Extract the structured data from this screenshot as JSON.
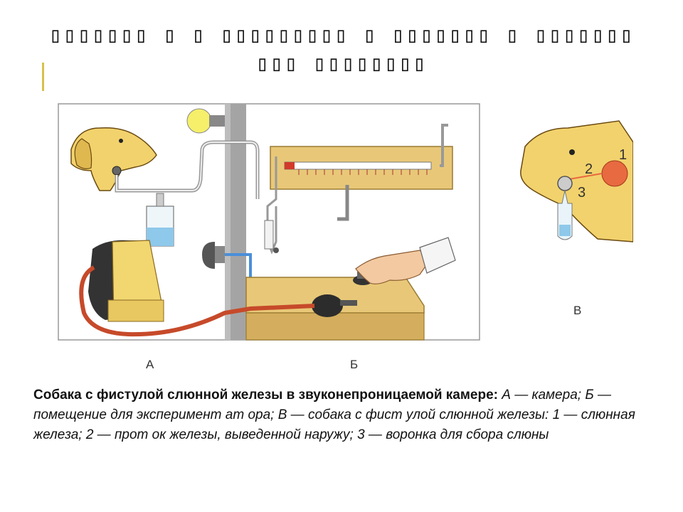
{
  "slide": {
    "title": "▯▯▯▯▯▯▯ ▯ ▯ ▯▯▯▯▯▯▯▯▯ ▯ ▯▯▯▯▯▯▯ ▯ ▯▯▯▯▯▯▯ ▯▯▯ ▯▯▯▯▯▯▯▯"
  },
  "figure": {
    "label_a": "А",
    "label_b": "Б",
    "label_c": "В",
    "marker_1": "1",
    "marker_2": "2",
    "marker_3": "3"
  },
  "caption": {
    "bold": "Собака с фистулой слюнной железы в звуконепроницаемой камере:",
    "italic": " А — камера; Б — помещение для эксперимент ат ора; В — собака с фист улой слюнной железы: 1 — слюнная железа; 2 — прот ок железы, выведенной наружу; 3 — воронка для сбора слюны"
  },
  "colors": {
    "wall": "#9b9b9b",
    "dog": "#f2d26c",
    "board": "#e8c878",
    "tube_blue": "#4a8fd8",
    "tube_red": "#c64a2a"
  }
}
